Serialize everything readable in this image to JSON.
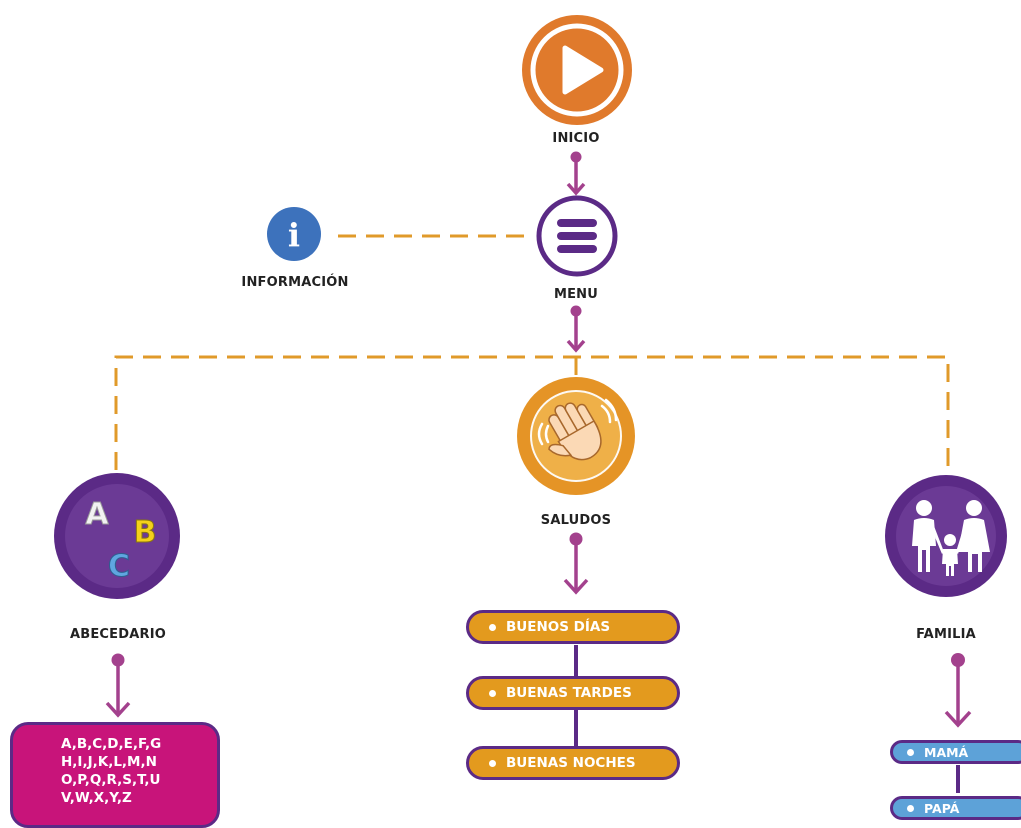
{
  "nodes": {
    "inicio": "INICIO",
    "menu": "MENU",
    "informacion": "INFORMACIÓN",
    "abecedario": "ABECEDARIO",
    "saludos": "SALUDOS",
    "familia": "FAMILIA"
  },
  "abc_icon": {
    "a": "A",
    "b": "B",
    "c": "C"
  },
  "alphabet_lines": [
    "A,B,C,D,E,F,G",
    "H,I,J,K,L,M,N",
    "O,P,Q,R,S,T,U",
    "V,W,X,Y,Z"
  ],
  "saludos_items": [
    "BUENOS DÍAS",
    "BUENAS TARDES",
    "BUENAS NOCHES"
  ],
  "familia_items": [
    "MAMÁ",
    "PAPÁ"
  ],
  "info_icon_glyph": "i",
  "icons": [
    "play-icon",
    "menu-icon",
    "info-icon",
    "abc-icon",
    "waving-hand-icon",
    "family-icon"
  ],
  "colors": {
    "orange": "#e07a2c",
    "purple": "#5b2a86",
    "magenta_connector": "#a3418d",
    "dashed_orange": "#e09a2a",
    "pill_orange": "#e39a1e",
    "info_blue": "#3d72bc",
    "pink_box": "#c8147a",
    "light_blue": "#5da2d8"
  }
}
